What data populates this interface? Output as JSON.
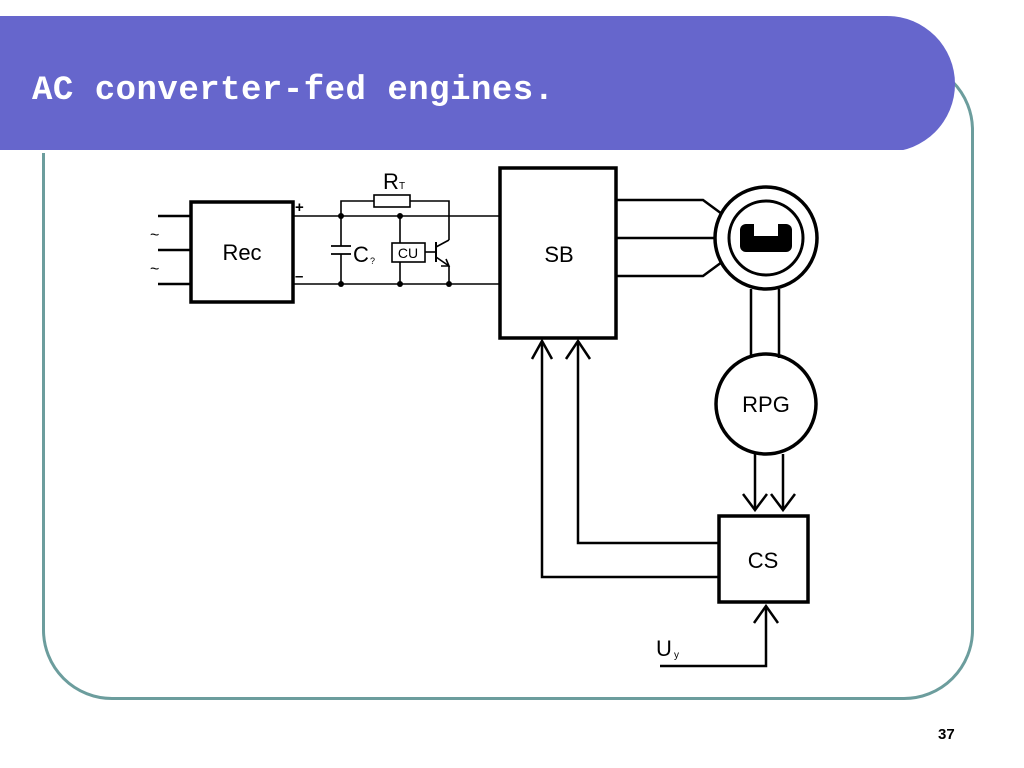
{
  "slide": {
    "title": "AC converter-fed engines.",
    "page_number": "37",
    "colors": {
      "title_bar": "#6666cc",
      "frame_border": "#6c9d9d",
      "line": "#000000"
    }
  },
  "diagram": {
    "blocks": {
      "rectifier": "Rec",
      "switch_block": "SB",
      "rotor_position_generator": "RPG",
      "control_system": "CS",
      "control_unit": "CU"
    },
    "labels": {
      "resistor_main": "R",
      "resistor_sub": "T",
      "capacitor_main": "C",
      "capacitor_sub": "?",
      "control_voltage_main": "U",
      "control_voltage_sub": "y",
      "plus": "+",
      "minus": "–",
      "ac_symbol": "~"
    },
    "icons": [
      "motor-icon",
      "rotor-icon",
      "transistor-icon",
      "arrow-icon"
    ]
  }
}
